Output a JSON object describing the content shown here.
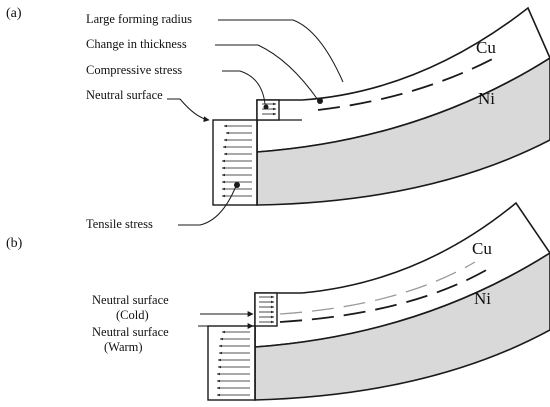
{
  "panel_a": {
    "tag": "(a)",
    "labels": {
      "large_forming_radius": "Large forming radius",
      "change_in_thickness": "Change in thickness",
      "compressive_stress": "Compressive stress",
      "neutral_surface": "Neutral surface",
      "tensile_stress": "Tensile stress"
    },
    "materials": {
      "top": "Cu",
      "bottom": "Ni"
    }
  },
  "panel_b": {
    "tag": "(b)",
    "labels": {
      "neutral_surface_cold_line1": "Neutral surface",
      "neutral_surface_cold_line2": "(Cold)",
      "neutral_surface_warm_line1": "Neutral surface",
      "neutral_surface_warm_line2": "(Warm)"
    },
    "materials": {
      "top": "Cu",
      "bottom": "Ni"
    }
  },
  "colors": {
    "ni_fill": "#d9d9d9",
    "cu_fill": "#ffffff",
    "line": "#1a1a1a",
    "cold_line": "#9a9a9a"
  }
}
